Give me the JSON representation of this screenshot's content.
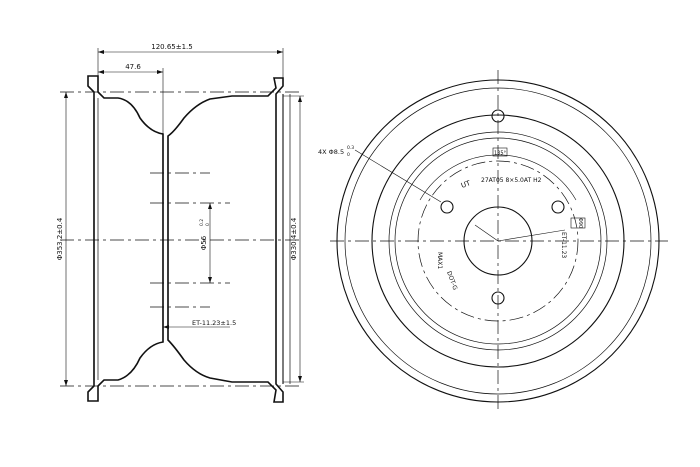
{
  "side_view": {
    "overall_width": "120.65±1.5",
    "offset": "47.6",
    "diam_flange": "Φ353.2±0.4",
    "diam_bead": "Φ330.4±0.4",
    "diam_bore": "Φ56",
    "bore_tol_top": "0.2",
    "bore_tol_bot": "0",
    "thickness": "ET-11.23±1.5"
  },
  "front_view": {
    "holes": "4X Φ8.5",
    "holes_tol_top": "0.3",
    "holes_tol_bot": "0",
    "angle": "135°",
    "marking_top": "UT",
    "marking_spec": "27AT05  8×5.0AT  H2",
    "marking_dot": "DOT-G",
    "marking_max": "MAX1",
    "et_label": "ET-11.23",
    "pcd": "Φ90"
  }
}
